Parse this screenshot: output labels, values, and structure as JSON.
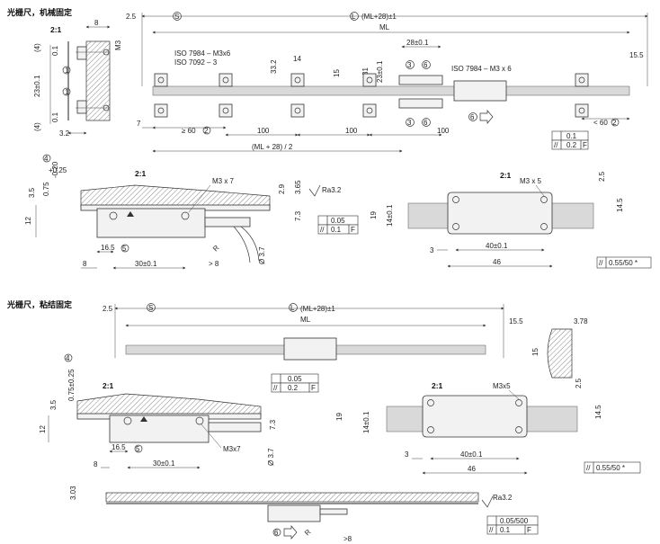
{
  "section1": {
    "title": "光栅尺，机械固定",
    "scale_note": "2:1",
    "total_length": "(ML+28)±1",
    "ml": "ML",
    "dim_2_5": "2.5",
    "circle_s": "S",
    "circle_l": "L",
    "iso_1": "ISO 7984 – M3x6",
    "iso_2": "ISO 7092 – 3",
    "iso_3": "ISO 7984 – M3 x 6",
    "dim_28": "28±0.1",
    "dim_33_2": "33.2",
    "dim_14": "14",
    "dim_15": "15",
    "dim_31": "31",
    "dim_23a": "23±0.1",
    "dim_15_5": "15.5",
    "dim_7": "7",
    "dim_ge60": "≥ 60",
    "dim_100a": "100",
    "dim_100b": "100",
    "dim_100c": "100",
    "dim_lt60": "< 60",
    "dim_half": "(ML + 28) / 2",
    "circle_2": "2",
    "circle_3": "3",
    "circle_6": "6",
    "tol_flat": "0.1",
    "tol_par": "0.2",
    "datum_f": "F",
    "side": {
      "dim_8": "8",
      "dim_m3": "M3",
      "dim_4a": "(4)",
      "dim_0_1a": "0.1",
      "dim_23": "23±0.1",
      "dim_0_1b": "0.1",
      "dim_4b": "(4)",
      "dim_3_2": "3.2",
      "circle_1": "1"
    }
  },
  "detail1": {
    "scale_note": "2:1",
    "dim_tol_top": "+0.25",
    "dim_tol_bot": "-0.20",
    "dim_0_75": "0.75",
    "circle_4": "4",
    "dim_3_5": "3.5",
    "dim_12": "12",
    "label_m3x7": "M3 x 7",
    "dim_2_9": "2.9",
    "dim_3_65": "3.65",
    "ra": "Ra3.2",
    "dim_7_3": "7.3",
    "tol_flat": "0.05",
    "tol_par": "0.1",
    "datum_f": "F",
    "dim_16_5": "16.5",
    "circle_5": "5",
    "dim_8": "8",
    "dim_30": "30±0.1",
    "label_r": "R",
    "dim_gt8": "> 8",
    "dim_dia": "Ø 3.7"
  },
  "detail2": {
    "scale_note": "2:1",
    "label_m3x5": "M3 x 5",
    "dim_2_5": "2.5",
    "dim_19": "19",
    "dim_14": "14±0.1",
    "dim_14_5": "14.5",
    "dim_3": "3",
    "dim_40": "40±0.1",
    "dim_46": "46",
    "tol": "0.55/50 *"
  },
  "section2": {
    "title": "光栅尺，粘结固定",
    "total_length": "(ML+28)±1",
    "ml": "ML",
    "dim_2_5": "2.5",
    "circle_s": "S",
    "circle_l": "L",
    "dim_15_5": "15.5",
    "dim_3_78": "3.78",
    "dim_15": "15",
    "tol_flat": "0.05",
    "tol_par": "0.2",
    "datum_f": "F"
  },
  "detail3": {
    "scale_note": "2:1",
    "dim_0_75": "0.75±0.25",
    "circle_4": "4",
    "dim_3_5": "3.5",
    "dim_12": "12",
    "dim_7_3": "7.3",
    "label_m3x7": "M3x7",
    "dim_16_5": "16.5",
    "circle_5": "5",
    "dim_8": "8",
    "dim_30": "30±0.1",
    "dim_dia": "Ø 3.7"
  },
  "detail4": {
    "scale_note": "2:1",
    "label_m3x5": "M3x5",
    "dim_2_5": "2.5",
    "dim_19": "19",
    "dim_14": "14±0.1",
    "dim_14_5": "14.5",
    "dim_3": "3",
    "dim_40": "40±0.1",
    "dim_46": "46",
    "tol": "0.55/50 *"
  },
  "bottom": {
    "dim_3_03": "3.03",
    "ra": "Ra3.2",
    "tol_flat": "0.05/500",
    "tol_par": "0.1",
    "datum_f": "F",
    "label_r": "R",
    "dim_gt8": ">8",
    "circle_6": "6"
  }
}
